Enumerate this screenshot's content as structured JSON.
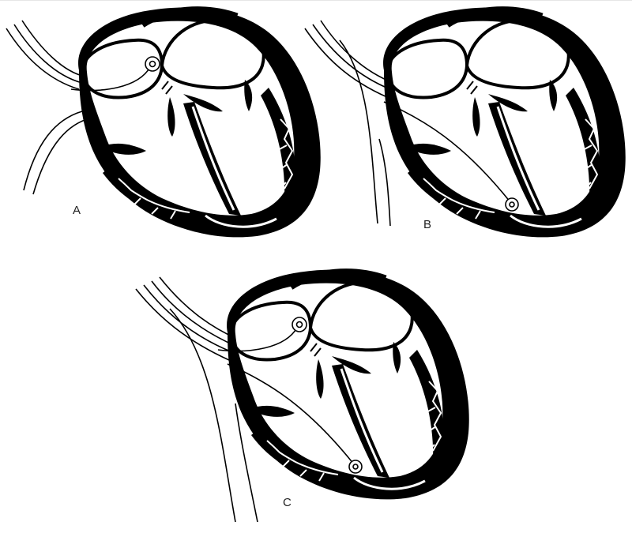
{
  "figure": {
    "panels": [
      {
        "id": "A",
        "label": "A",
        "leads": [
          "atrial"
        ]
      },
      {
        "id": "B",
        "label": "B",
        "leads": [
          "ventricular"
        ]
      },
      {
        "id": "C",
        "label": "C",
        "leads": [
          "atrial",
          "ventricular"
        ]
      }
    ]
  },
  "colors": {
    "ink": "#000000",
    "paper": "#ffffff"
  }
}
